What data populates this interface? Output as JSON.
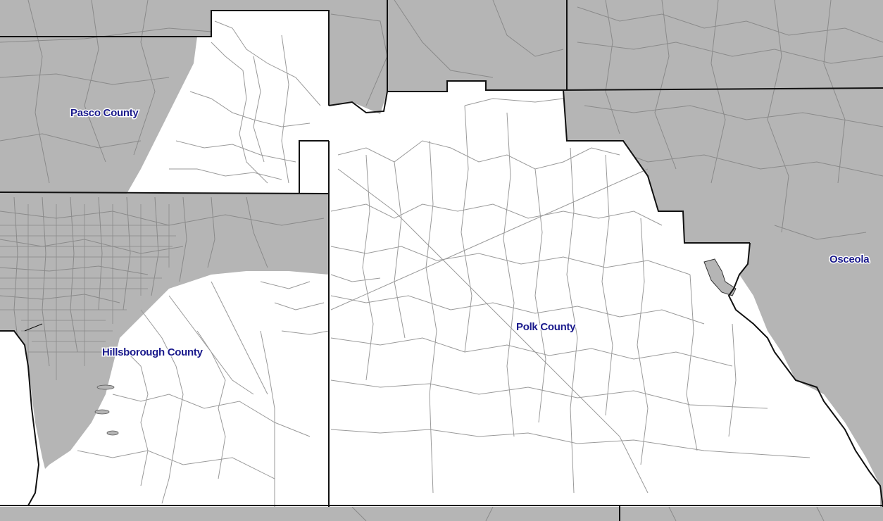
{
  "map": {
    "colors": {
      "outside_fill": "#b5b5b5",
      "study_area_fill": "#ffffff",
      "tract_line_outside": "#8a8a8a",
      "tract_line_inside": "#9a9a9a",
      "county_boundary": "#111111",
      "label_text": "#1a1a8c",
      "label_halo": "#ffffff"
    },
    "labels": {
      "pasco": "Pasco County",
      "hillsborough": "Hillsborough County",
      "polk": "Polk County",
      "osceola": "Osceola"
    }
  }
}
